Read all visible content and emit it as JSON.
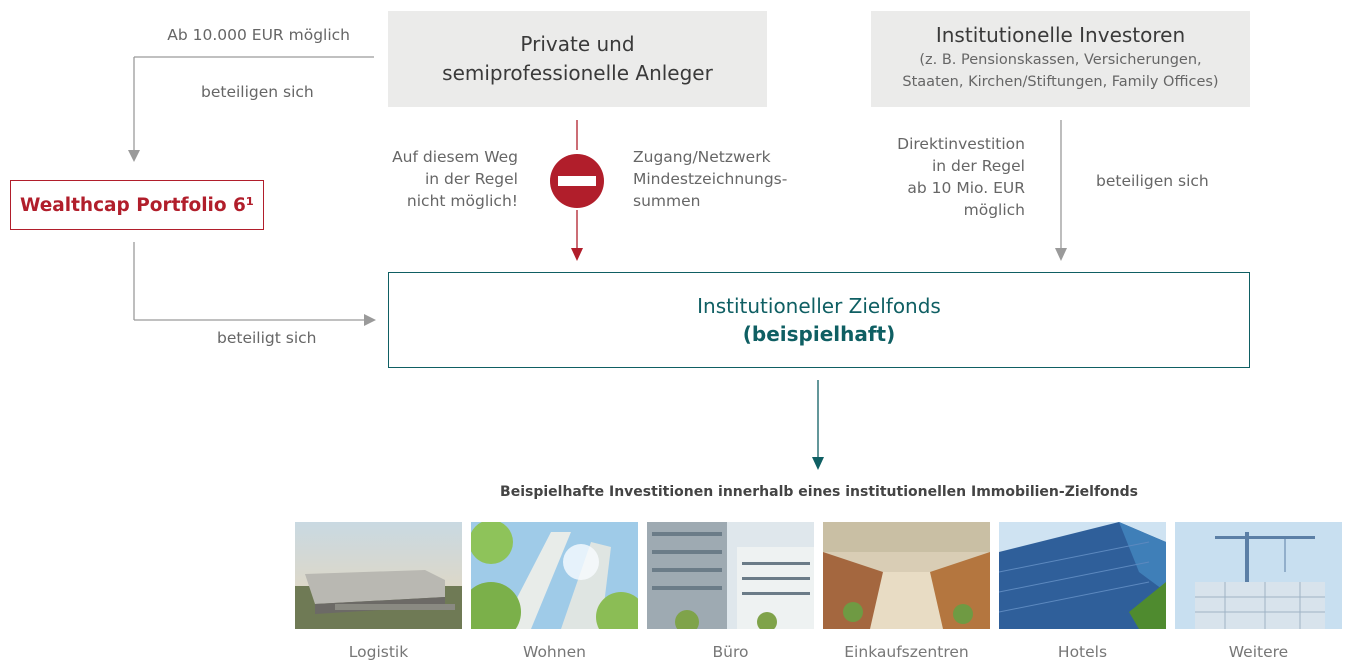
{
  "private_investors": {
    "line1": "Private und",
    "line2": "semiprofessionelle Anleger"
  },
  "institutional_investors": {
    "title": "Institutionelle Investoren",
    "line1": "(z. B. Pensionskassen, Versicherungen,",
    "line2": "Staaten, Kirchen/Stiftungen, Family Offices)"
  },
  "labels": {
    "min_amount": "Ab 10.000 EUR möglich",
    "participate_left": "beteiligen sich",
    "not_possible": [
      "Auf diesem Weg",
      "in der Regel",
      "nicht möglich!"
    ],
    "barriers": [
      "Zugang/Netzwerk",
      "Mindestzeichnungs-",
      "summen"
    ],
    "direct_investment": [
      "Direktinvestition",
      "in der Regel",
      "ab 10 Mio. EUR",
      "möglich"
    ],
    "participate_right": "beteiligen sich",
    "participates": "beteiligt sich"
  },
  "portfolio": {
    "label": "Wealthcap Portfolio 6¹"
  },
  "target_fund": {
    "line1": "Institutioneller Zielfonds",
    "line2": "(beispielhaft)"
  },
  "examples_title": "Beispielhafte Investitionen innerhalb eines institutionellen Immobilien-Zielfonds",
  "examples": [
    "Logistik",
    "Wohnen",
    "Büro",
    "Einkaufszentren",
    "Hotels",
    "Weitere"
  ],
  "colors": {
    "red": "#b11e2b",
    "teal": "#0f5f63",
    "grey_line": "#9a9a9a",
    "box_grey": "#ebebea"
  }
}
